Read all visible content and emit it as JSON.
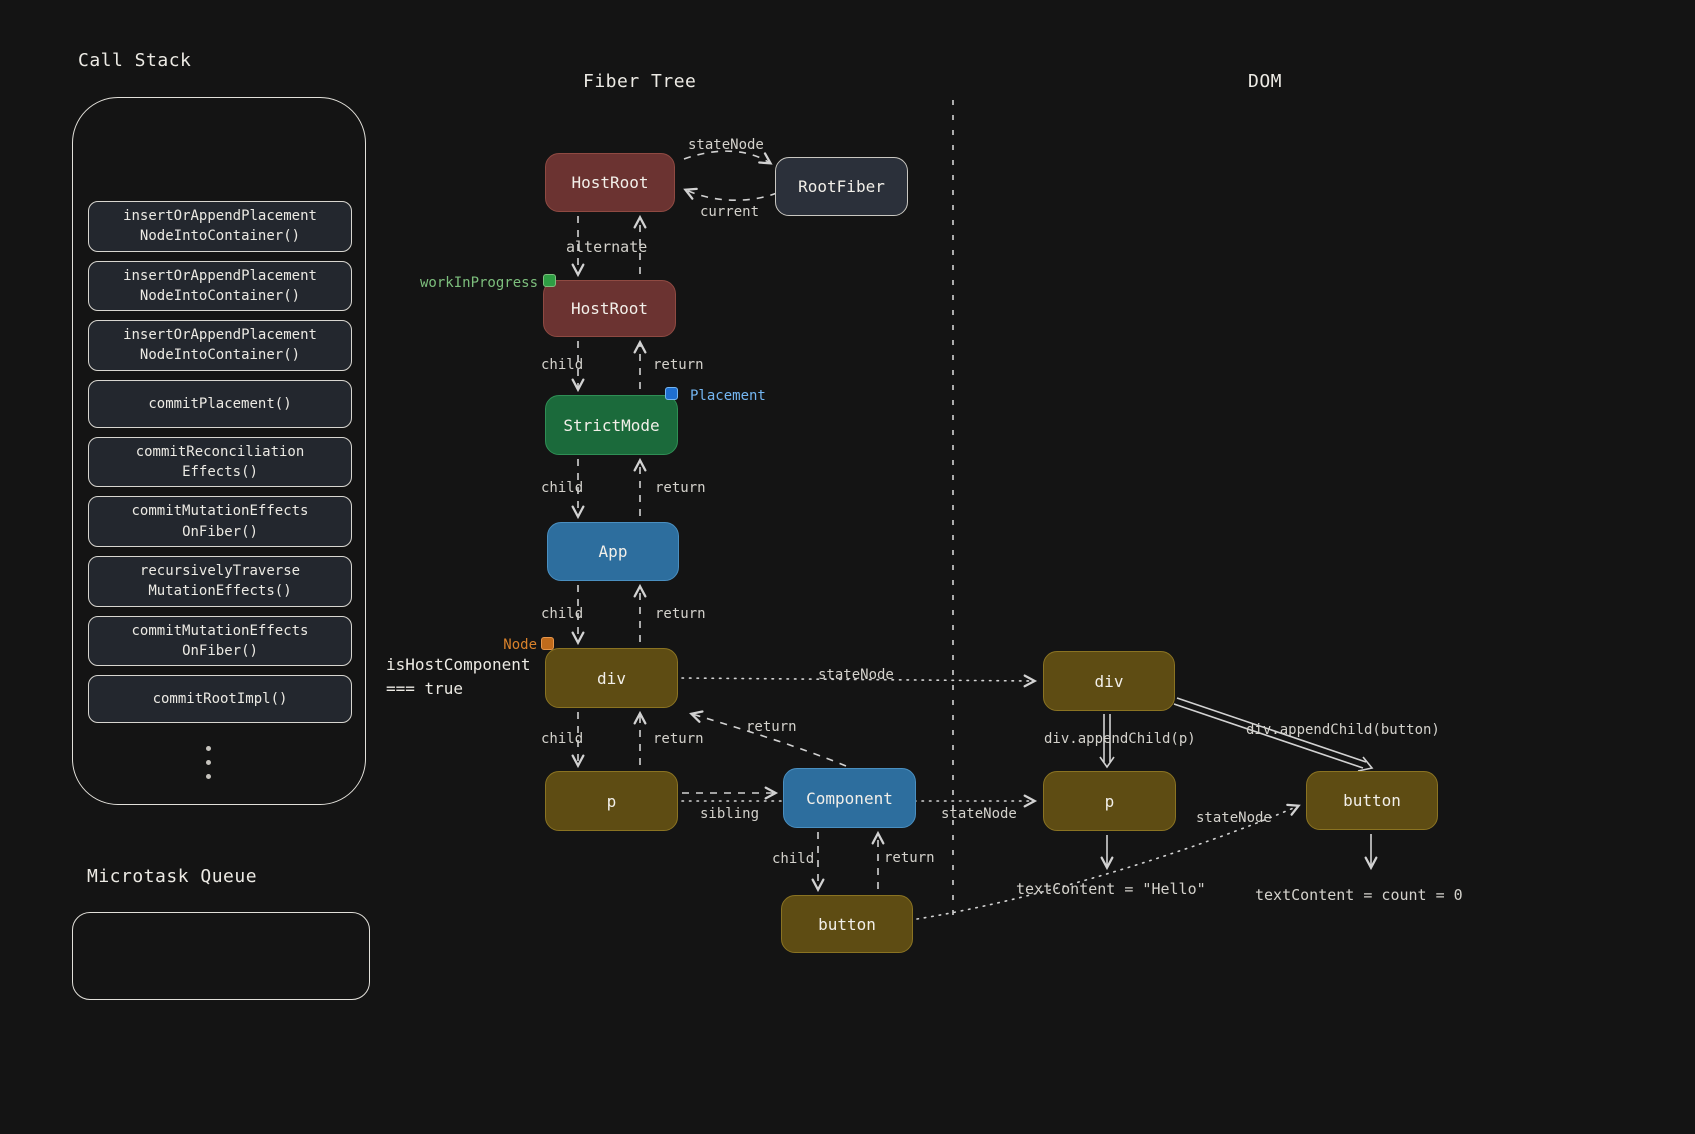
{
  "colors": {
    "background": "#141414",
    "stroke": "#d2d2d2",
    "node_maroon": "#6b3331",
    "node_green": "#1b6a3b",
    "node_blue": "#2d6e9e",
    "node_olive": "#5e4c13",
    "node_gray": "#2b303a",
    "frame_fill": "#23272e",
    "badge_green": "#7dbf7d",
    "badge_blue": "#74b6f2",
    "badge_orange": "#d9822b"
  },
  "call_stack": {
    "title": "Call Stack",
    "frames": [
      "insertOrAppendPlacement\nNodeIntoContainer()",
      "insertOrAppendPlacement\nNodeIntoContainer()",
      "insertOrAppendPlacement\nNodeIntoContainer()",
      "commitPlacement()",
      "commitReconciliation\nEffects()",
      "commitMutationEffects\nOnFiber()",
      "recursivelyTraverse\nMutationEffects()",
      "commitMutationEffects\nOnFiber()",
      "commitRootImpl()"
    ]
  },
  "microtask_queue": {
    "title": "Microtask Queue"
  },
  "fiber_tree": {
    "title": "Fiber Tree",
    "nodes": {
      "host_root_current": "HostRoot",
      "root_fiber": "RootFiber",
      "host_root_wip": "HostRoot",
      "strict_mode": "StrictMode",
      "app": "App",
      "div": "div",
      "p": "p",
      "component": "Component",
      "button": "button"
    },
    "badges": {
      "work_in_progress": "workInProgress",
      "placement": "Placement",
      "node": "Node"
    },
    "annotation": "isHostComponent\n=== true",
    "edges": {
      "state_node": "stateNode",
      "current": "current",
      "alternate": "alternate",
      "child": "child",
      "return": "return",
      "sibling": "sibling"
    }
  },
  "dom": {
    "title": "DOM",
    "nodes": {
      "div": "div",
      "p": "p",
      "button": "button"
    },
    "labels": {
      "append_p": "div.appendChild(p)",
      "append_button": "div.appendChild(button)",
      "text_content_p": "textContent = \"Hello\"",
      "text_content_button": "textContent = count = 0"
    }
  }
}
